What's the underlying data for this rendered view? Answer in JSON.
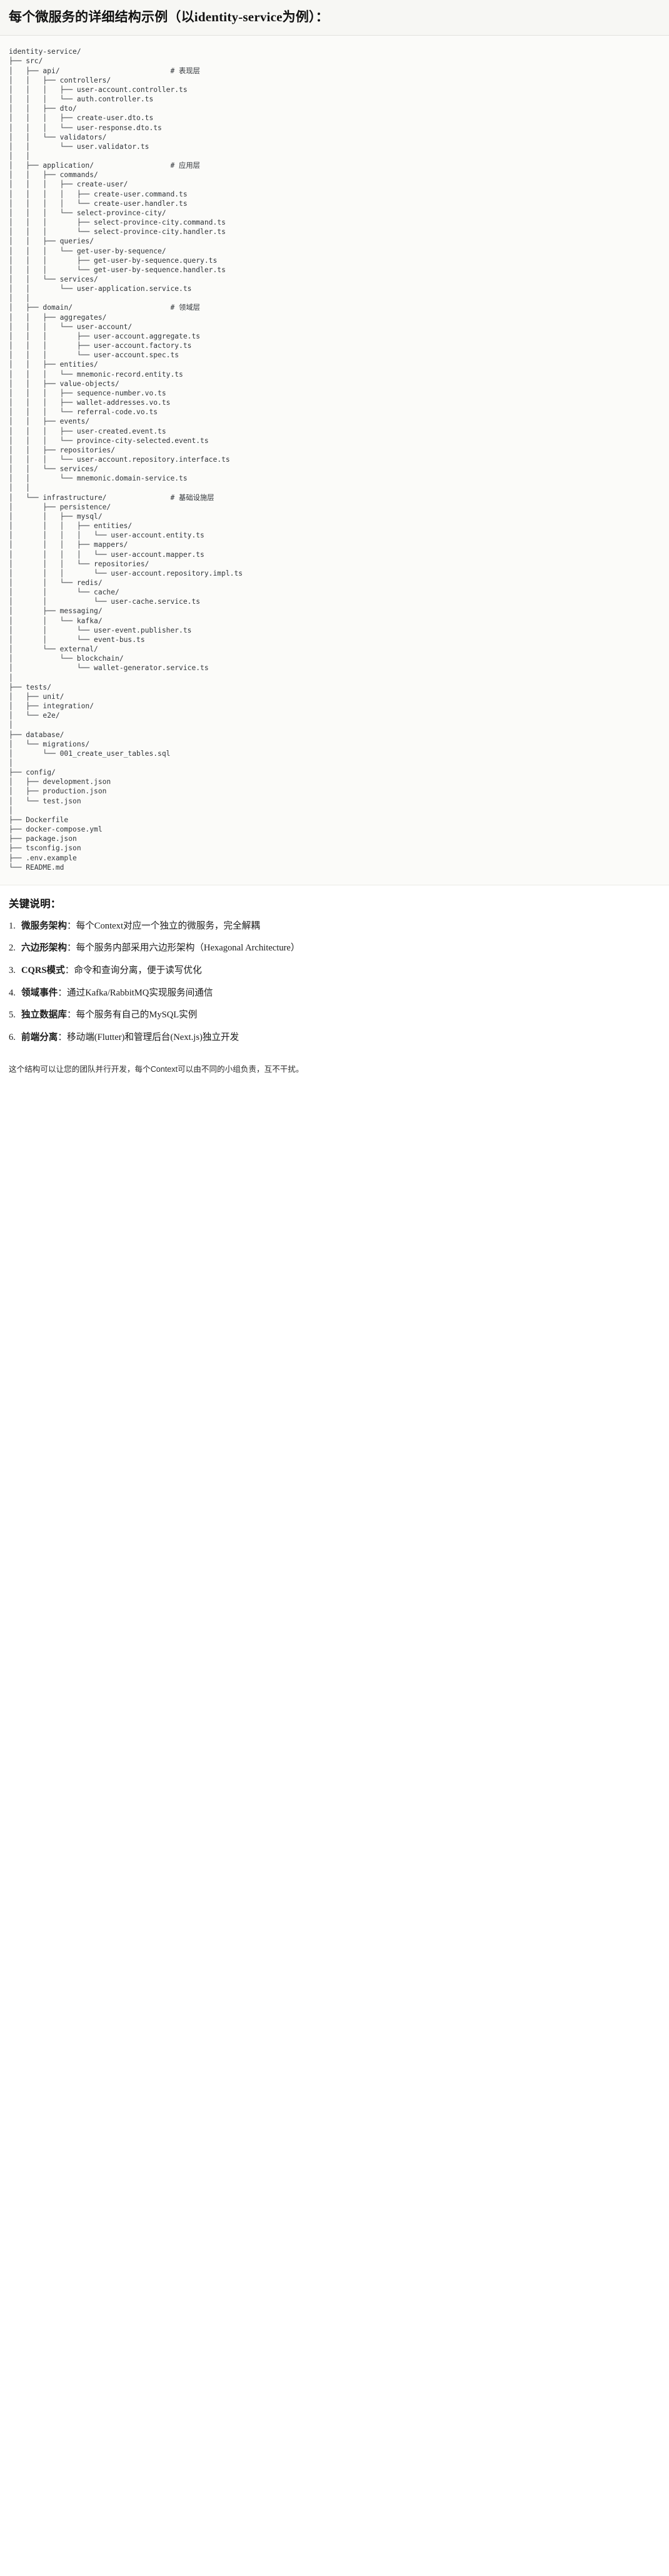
{
  "header": {
    "title": "每个微服务的详细结构示例（以identity-service为例）："
  },
  "tree": {
    "text": "identity-service/\n├── src/\n│   ├── api/                          # 表现层\n│   │   ├── controllers/\n│   │   │   ├── user-account.controller.ts\n│   │   │   └── auth.controller.ts\n│   │   ├── dto/\n│   │   │   ├── create-user.dto.ts\n│   │   │   └── user-response.dto.ts\n│   │   └── validators/\n│   │       └── user.validator.ts\n│   │\n│   ├── application/                  # 应用层\n│   │   ├── commands/\n│   │   │   ├── create-user/\n│   │   │   │   ├── create-user.command.ts\n│   │   │   │   └── create-user.handler.ts\n│   │   │   └── select-province-city/\n│   │   │       ├── select-province-city.command.ts\n│   │   │       └── select-province-city.handler.ts\n│   │   ├── queries/\n│   │   │   └── get-user-by-sequence/\n│   │   │       ├── get-user-by-sequence.query.ts\n│   │   │       └── get-user-by-sequence.handler.ts\n│   │   └── services/\n│   │       └── user-application.service.ts\n│   │\n│   ├── domain/                       # 领域层\n│   │   ├── aggregates/\n│   │   │   └── user-account/\n│   │   │       ├── user-account.aggregate.ts\n│   │   │       ├── user-account.factory.ts\n│   │   │       └── user-account.spec.ts\n│   │   ├── entities/\n│   │   │   └── mnemonic-record.entity.ts\n│   │   ├── value-objects/\n│   │   │   ├── sequence-number.vo.ts\n│   │   │   ├── wallet-addresses.vo.ts\n│   │   │   └── referral-code.vo.ts\n│   │   ├── events/\n│   │   │   ├── user-created.event.ts\n│   │   │   └── province-city-selected.event.ts\n│   │   ├── repositories/\n│   │   │   └── user-account.repository.interface.ts\n│   │   └── services/\n│   │       └── mnemonic.domain-service.ts\n│   │\n│   └── infrastructure/               # 基础设施层\n│       ├── persistence/\n│       │   ├── mysql/\n│       │   │   ├── entities/\n│       │   │   │   └── user-account.entity.ts\n│       │   │   ├── mappers/\n│       │   │   │   └── user-account.mapper.ts\n│       │   │   └── repositories/\n│       │   │       └── user-account.repository.impl.ts\n│       │   └── redis/\n│       │       └── cache/\n│       │           └── user-cache.service.ts\n│       ├── messaging/\n│       │   └── kafka/\n│       │       └── user-event.publisher.ts\n│       │       └── event-bus.ts\n│       └── external/\n│           └── blockchain/\n│               └── wallet-generator.service.ts\n│\n├── tests/\n│   ├── unit/\n│   ├── integration/\n│   └── e2e/\n│\n├── database/\n│   └── migrations/\n│       └── 001_create_user_tables.sql\n│\n├── config/\n│   ├── development.json\n│   ├── production.json\n│   └── test.json\n│\n├── Dockerfile\n├── docker-compose.yml\n├── package.json\n├── tsconfig.json\n├── .env.example\n└── README.md",
    "root": "identity-service/",
    "comments": [
      "# 表现层",
      "# 应用层",
      "# 领域层",
      "# 基础设施层"
    ]
  },
  "keypoints": {
    "title": "关键说明：",
    "items": [
      {
        "num": "1.",
        "term": "微服务架构",
        "sep": "：",
        "desc": "每个Context对应一个独立的微服务，完全解耦"
      },
      {
        "num": "2.",
        "term": "六边形架构",
        "sep": "：",
        "desc": "每个服务内部采用六边形架构（Hexagonal Architecture）"
      },
      {
        "num": "3.",
        "term": "CQRS模式",
        "sep": "：",
        "desc": "命令和查询分离，便于读写优化"
      },
      {
        "num": "4.",
        "term": "领域事件",
        "sep": "：",
        "desc": "通过Kafka/RabbitMQ实现服务间通信"
      },
      {
        "num": "5.",
        "term": "独立数据库",
        "sep": "：",
        "desc": "每个服务有自己的MySQL实例"
      },
      {
        "num": "6.",
        "term": "前端分离",
        "sep": "：",
        "desc": "移动端(Flutter)和管理后台(Next.js)独立开发"
      }
    ]
  },
  "footer": {
    "note": "这个结构可以让您的团队并行开发，每个Context可以由不同的小组负责，互不干扰。"
  }
}
